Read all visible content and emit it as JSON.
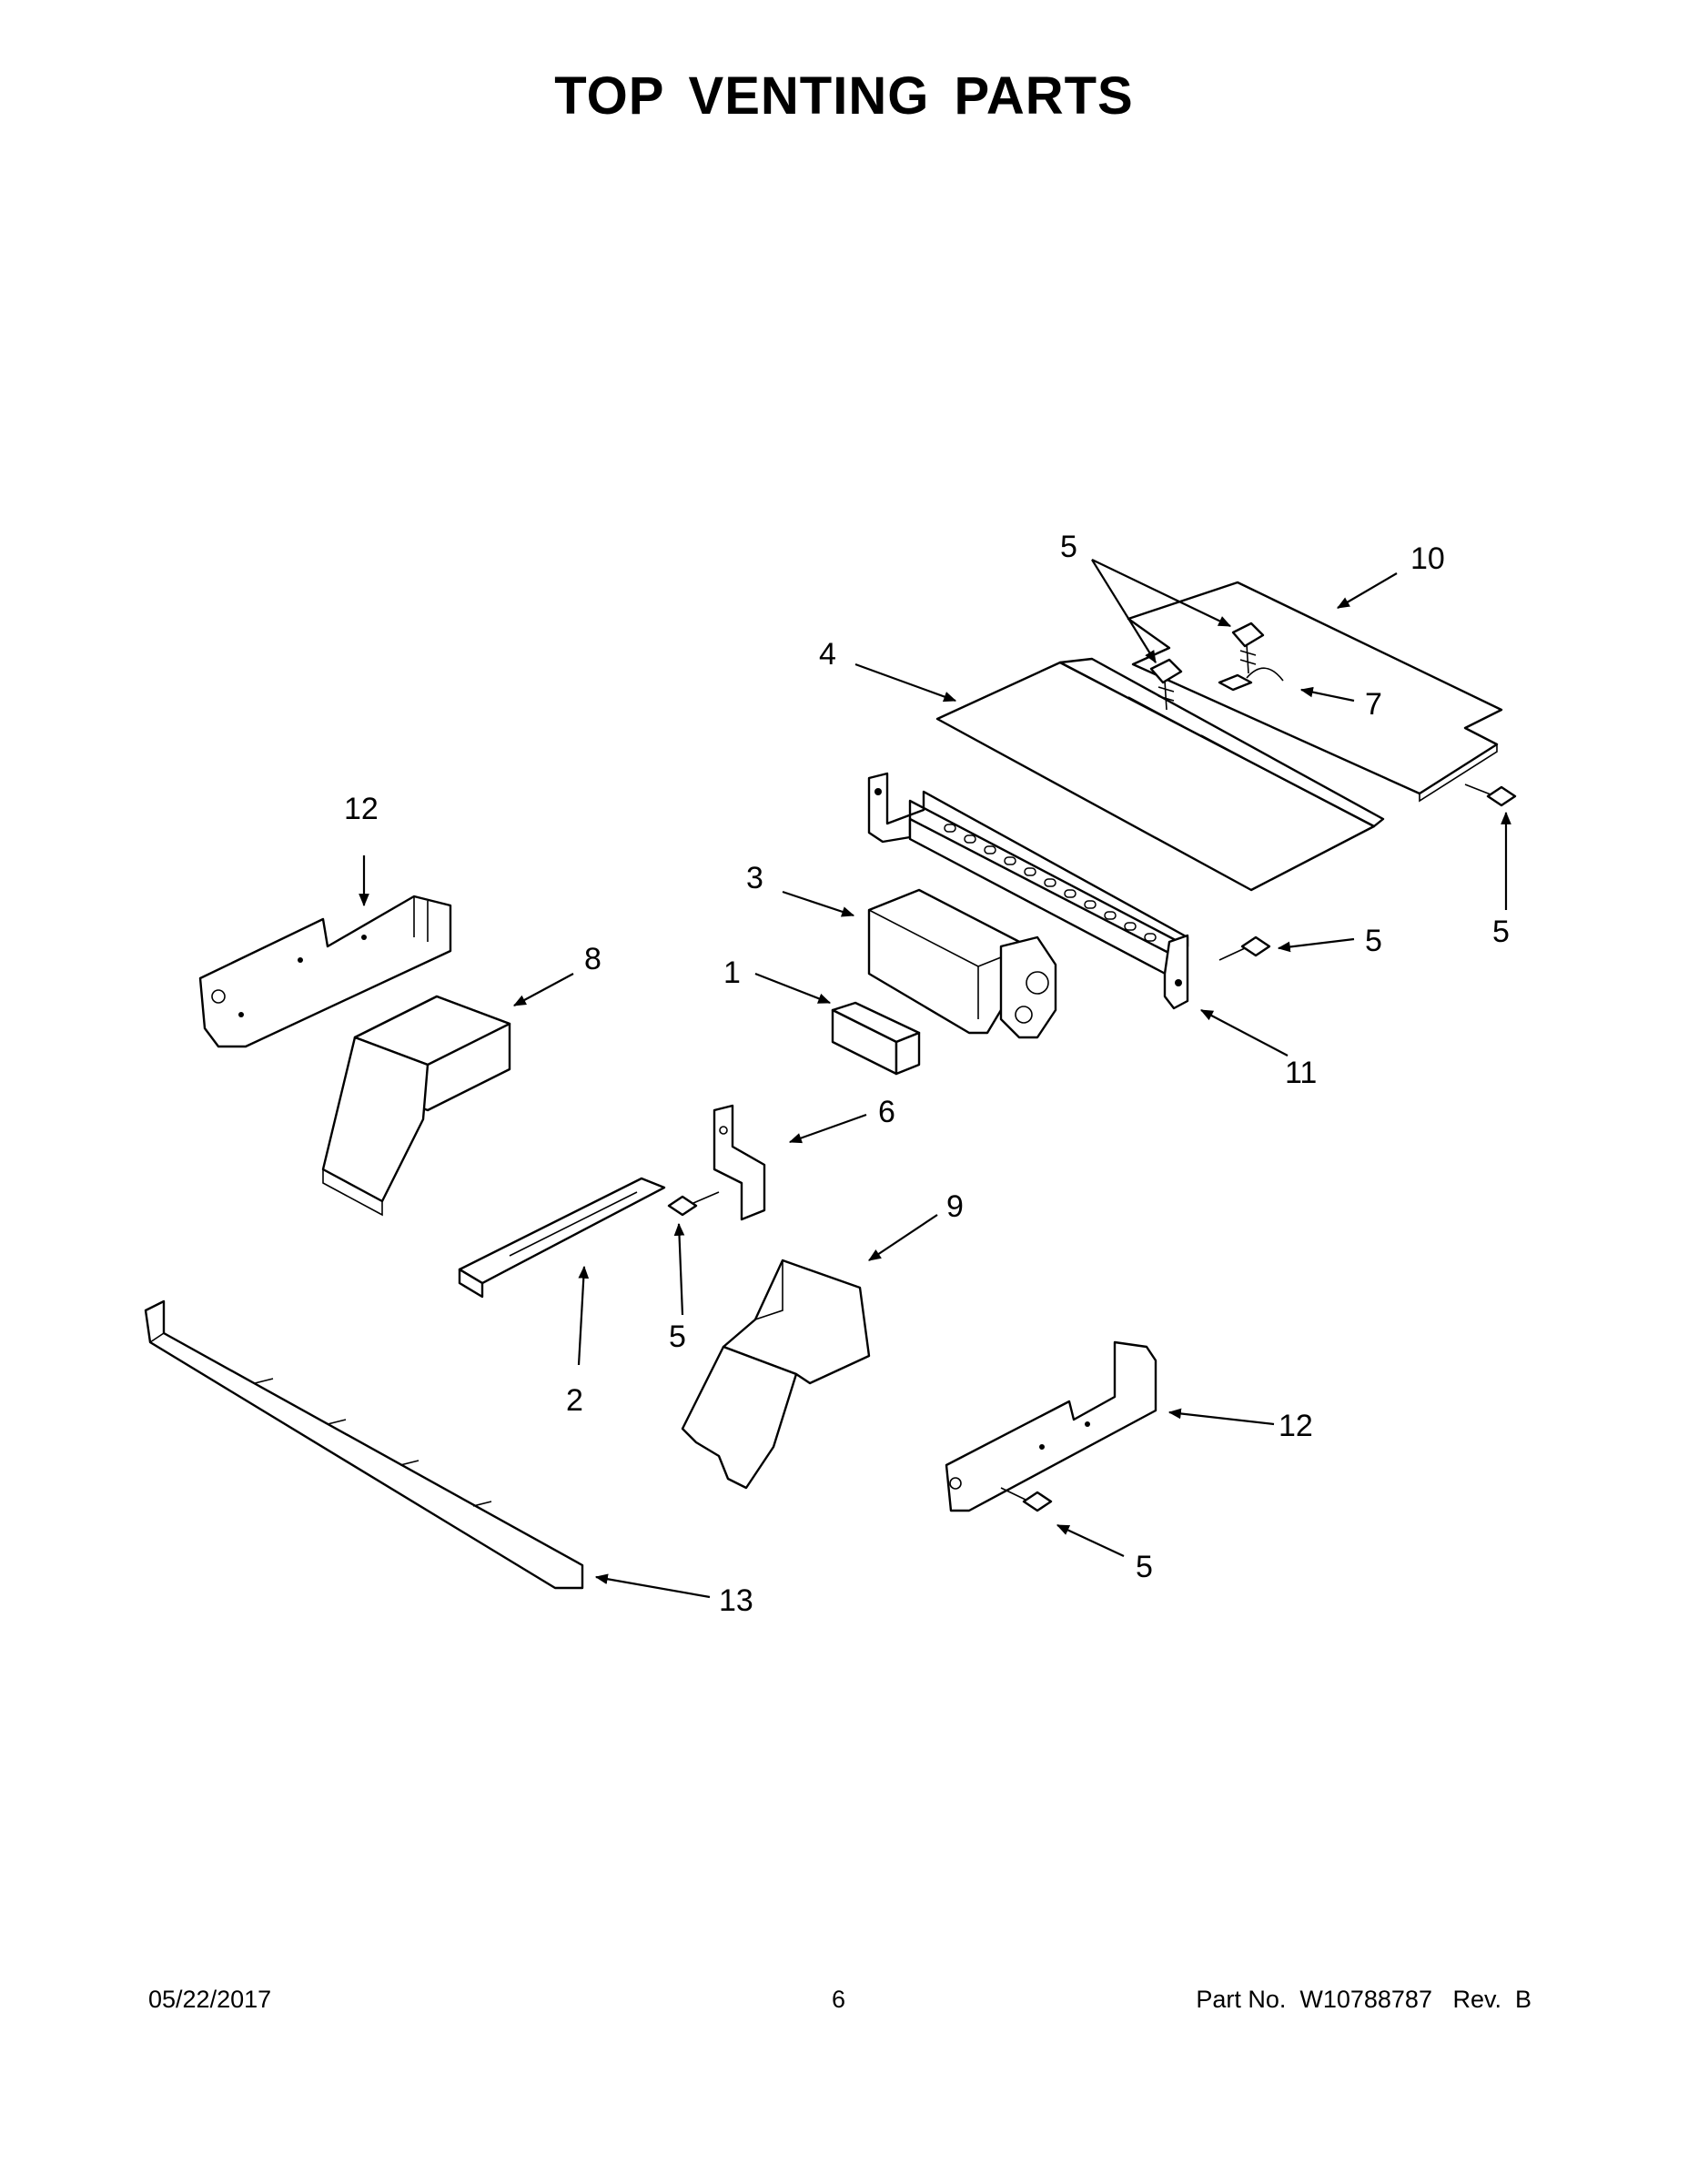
{
  "title": "TOP VENTING PARTS",
  "callouts": [
    {
      "id": "c-5a",
      "text": "5"
    },
    {
      "id": "c-10",
      "text": "10"
    },
    {
      "id": "c-4",
      "text": "4"
    },
    {
      "id": "c-7",
      "text": "7"
    },
    {
      "id": "c-12a",
      "text": "12"
    },
    {
      "id": "c-3",
      "text": "3"
    },
    {
      "id": "c-5b",
      "text": "5"
    },
    {
      "id": "c-5c",
      "text": "5"
    },
    {
      "id": "c-8",
      "text": "8"
    },
    {
      "id": "c-1",
      "text": "1"
    },
    {
      "id": "c-11",
      "text": "11"
    },
    {
      "id": "c-6",
      "text": "6"
    },
    {
      "id": "c-9",
      "text": "9"
    },
    {
      "id": "c-5d",
      "text": "5"
    },
    {
      "id": "c-2",
      "text": "2"
    },
    {
      "id": "c-12b",
      "text": "12"
    },
    {
      "id": "c-5e",
      "text": "5"
    },
    {
      "id": "c-13",
      "text": "13"
    }
  ],
  "footer": {
    "date": "05/22/2017",
    "page": "6",
    "part_number": "Part No.  W10788787   Rev.  B"
  }
}
